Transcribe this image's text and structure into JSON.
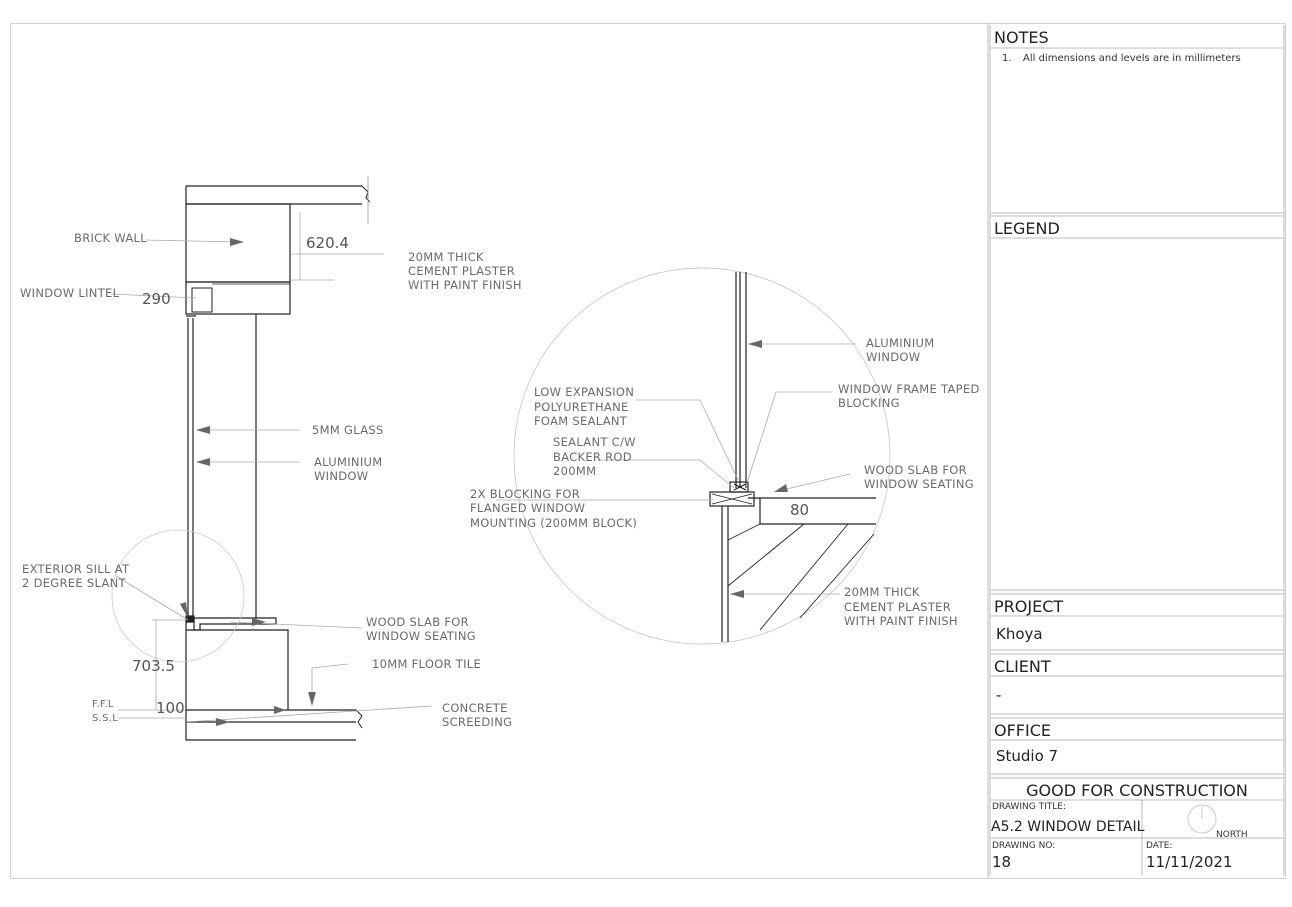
{
  "notes": {
    "heading": "NOTES",
    "items": [
      {
        "number": "1.",
        "text": "All dimensions and levels are in millimeters"
      }
    ]
  },
  "legend": {
    "heading": "LEGEND"
  },
  "project": {
    "heading": "PROJECT",
    "value": "Khoya"
  },
  "client": {
    "heading": "CLIENT",
    "value": "-"
  },
  "office": {
    "heading": "OFFICE",
    "value": "Studio 7"
  },
  "status": "GOOD FOR CONSTRUCTION",
  "drawing_title": {
    "label": "DRAWING TITLE:",
    "value": "A5.2 WINDOW DETAIL"
  },
  "north_label": "NORTH",
  "drawing_no": {
    "label": "DRAWING NO:",
    "value": "18"
  },
  "date": {
    "label": "DATE:",
    "value": "11/11/2021"
  },
  "section": {
    "labels": {
      "brick_wall": "BRICK WALL",
      "window_lintel": "WINDOW LINTEL",
      "plaster": [
        "20MM THICK",
        "CEMENT PLASTER",
        "WITH PAINT FINISH"
      ],
      "glass": "5MM GLASS",
      "aluminium": [
        "ALUMINIUM",
        "WINDOW"
      ],
      "sill": [
        "EXTERIOR SILL AT",
        "2 DEGREE SLANT"
      ],
      "wood_slab": [
        "WOOD SLAB FOR",
        "WINDOW SEATING"
      ],
      "floor_tile": "10MM FLOOR TILE",
      "screed": [
        "CONCRETE",
        "SCREEDING"
      ],
      "ffl": "F.F.L",
      "ssl": "S.S.L"
    },
    "dims": {
      "d620": "620.4",
      "d290": "290",
      "d703": "703.5",
      "d100": "100"
    }
  },
  "detail": {
    "labels": {
      "aluminium": [
        "ALUMINIUM",
        "WINDOW"
      ],
      "frame_taped": [
        "WINDOW FRAME TAPED",
        "BLOCKING"
      ],
      "foam": [
        "LOW EXPANSION",
        "POLYURETHANE",
        "FOAM SEALANT"
      ],
      "sealant": [
        "SEALANT C/W",
        "BACKER ROD",
        "200MM"
      ],
      "blocking": [
        "2X BLOCKING FOR",
        "FLANGED WINDOW",
        "MOUNTING (200MM BLOCK)"
      ],
      "wood_slab": [
        "WOOD SLAB FOR",
        "WINDOW SEATING"
      ],
      "plaster": [
        "20MM THICK",
        "CEMENT PLASTER",
        "WITH PAINT FINISH"
      ]
    },
    "dims": {
      "d80": "80"
    }
  }
}
